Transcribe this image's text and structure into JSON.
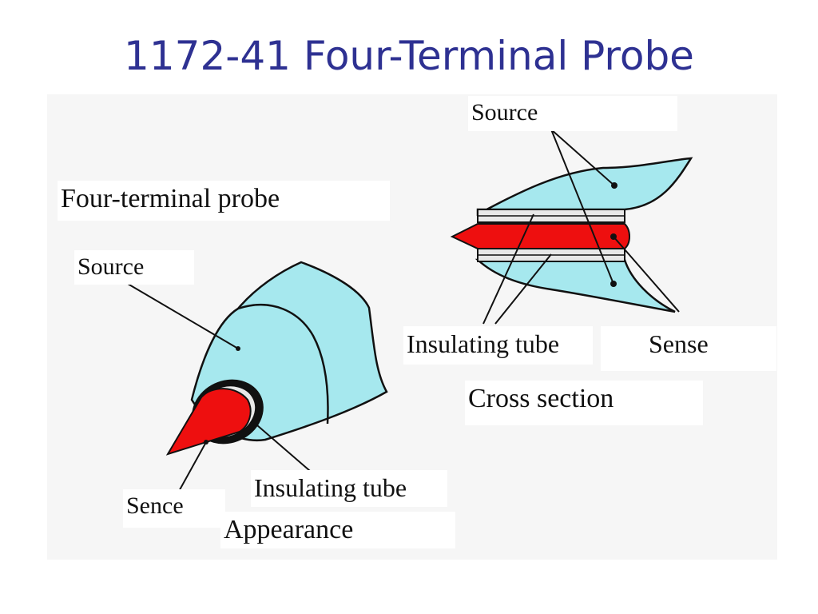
{
  "title": "1172-41 Four-Terminal Probe",
  "labels": {
    "source_top": "Source",
    "four_terminal_probe": "Four-terminal probe",
    "source_left": "Source",
    "insulating_tube_right": "Insulating tube",
    "sense_right": "Sense",
    "cross_section": "Cross section",
    "insulating_tube_left": "Insulating tube",
    "sence_left": "Sence",
    "appearance": "Appearance"
  },
  "colors": {
    "title": "#2e3192",
    "source_body": "#a6e8ee",
    "sense_tip": "#ee0f0f",
    "insulator": "#e8e8e8",
    "outline": "#111111"
  }
}
